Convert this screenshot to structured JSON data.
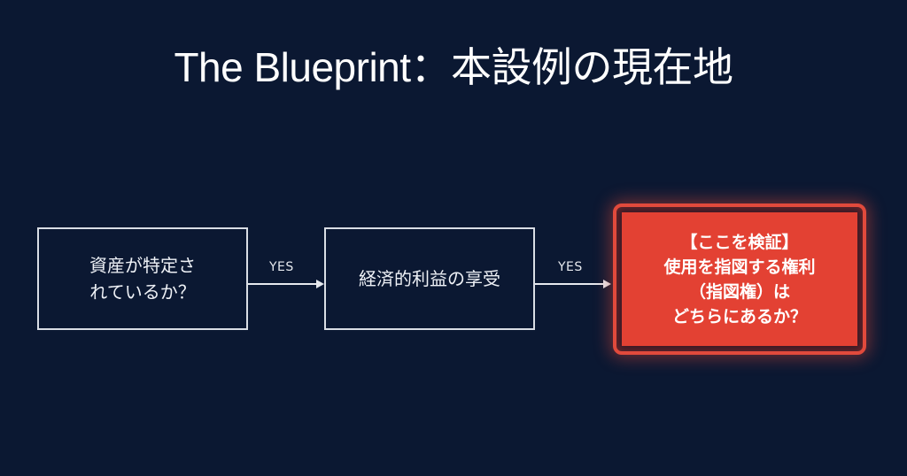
{
  "title": "The Blueprint：本設例の現在地",
  "flow": {
    "step1": {
      "lines": [
        "資産が特定さ",
        "れているか？"
      ]
    },
    "edge1": {
      "label": "YES"
    },
    "step2": {
      "label": "経済的利益の享受"
    },
    "edge2": {
      "label": "YES"
    },
    "step3": {
      "lines": [
        "【ここを検証】",
        "使用を指図する権利",
        "（指図権）は",
        "どちらにあるか？"
      ],
      "highlight_color": "#e34133"
    }
  },
  "colors": {
    "background": "#0b1832",
    "box_border": "#d9dde4"
  }
}
